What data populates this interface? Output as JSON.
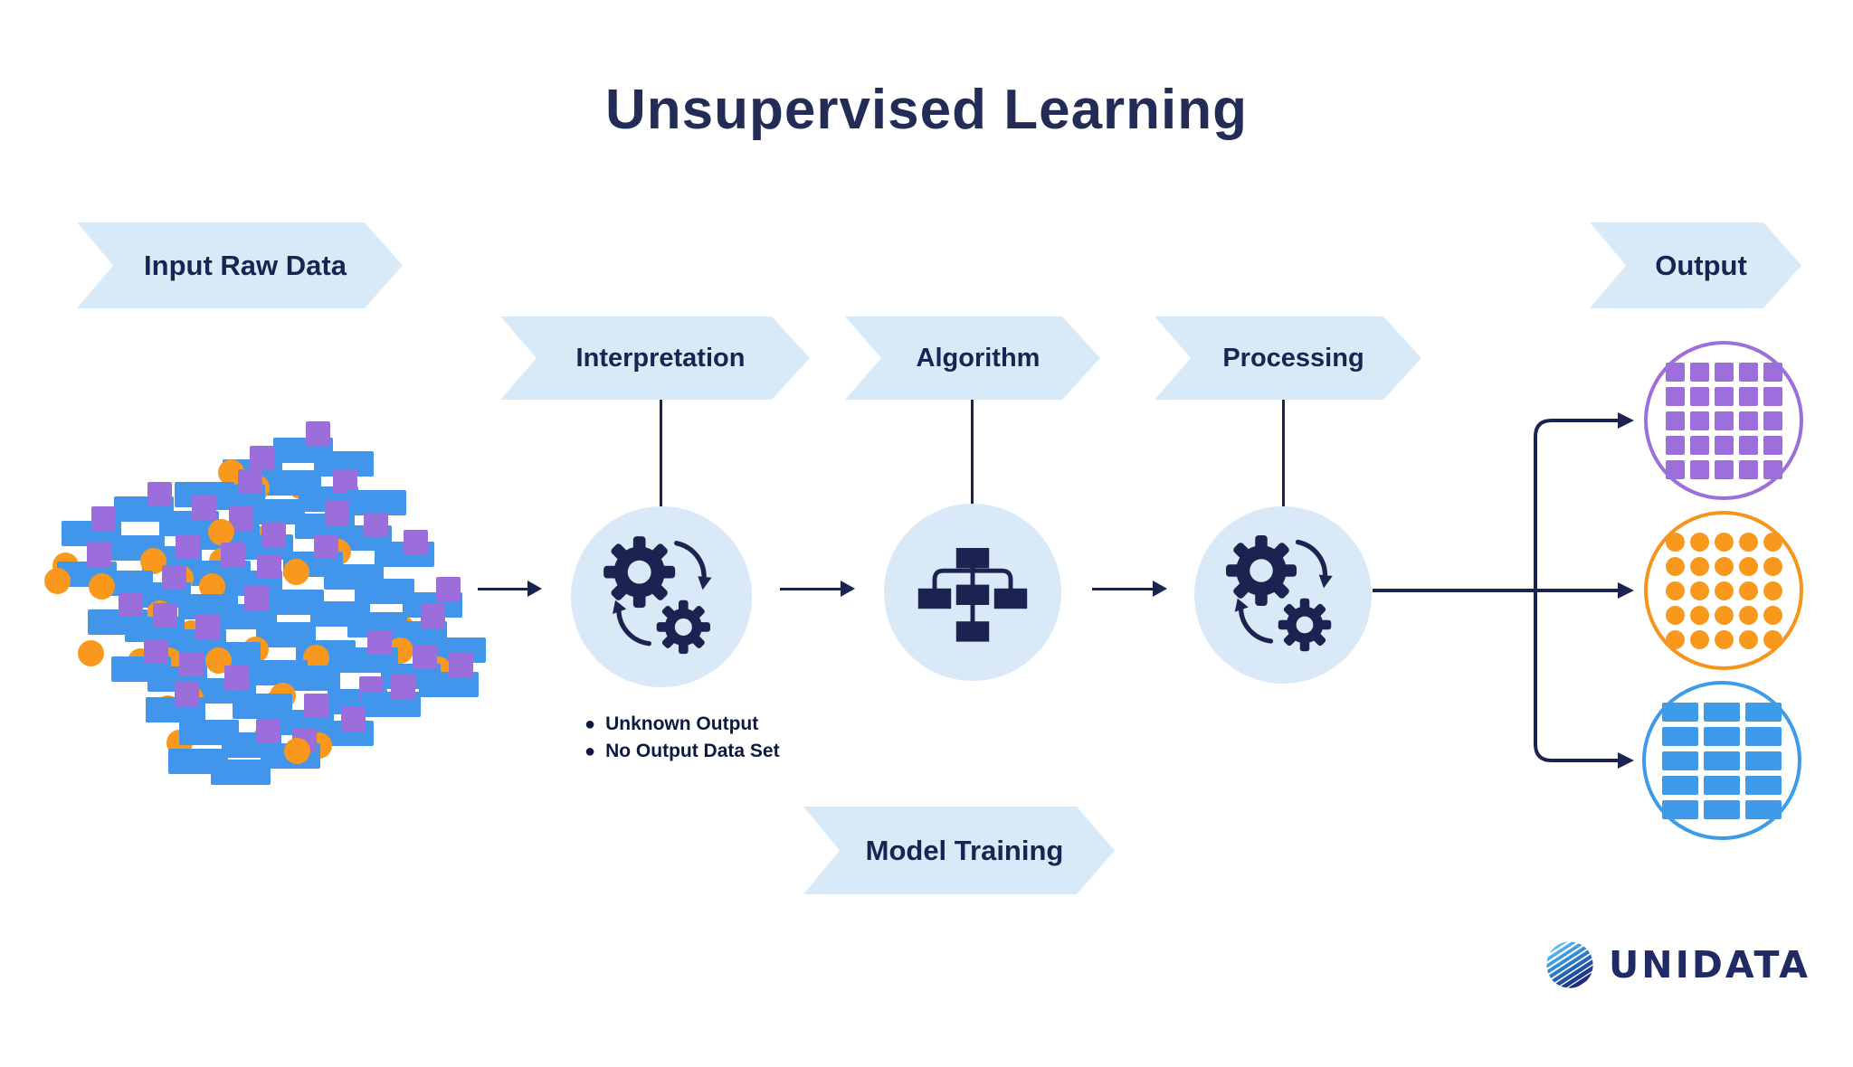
{
  "title": "Unsupervised Learning",
  "colors": {
    "title_navy": "#232C56",
    "navy": "#1A2353",
    "line_navy": "#1B2450",
    "notes_navy": "#0F1840",
    "brand_navy": "#202B66",
    "banner_bg": "#D8EAF8",
    "circle_bg": "#D9E9F7",
    "scatter_orange": "#F8981D",
    "scatter_blue": "#4195EB",
    "scatter_purple": "#9C6EDB"
  },
  "banners": {
    "input": {
      "label": "Input Raw Data"
    },
    "output": {
      "label": "Output"
    },
    "training": {
      "label": "Model Training"
    }
  },
  "stages": [
    {
      "label": "Interpretation",
      "icon": "gears-cycle-icon"
    },
    {
      "label": "Algorithm",
      "icon": "flowchart-icon"
    },
    {
      "label": "Processing",
      "icon": "gears-cycle-icon"
    }
  ],
  "interpretation_notes": [
    "Unknown Output",
    "No Output Data Set"
  ],
  "input_scatter": {
    "description": "unlabeled raw data cluster",
    "shapes": [
      {
        "type": "rect",
        "color": "#4195EB"
      },
      {
        "type": "square",
        "color": "#9C6EDB"
      },
      {
        "type": "circle",
        "color": "#F8981D"
      }
    ]
  },
  "outputs": [
    {
      "name": "cluster-purple-squares",
      "shape": "square",
      "color": "#9D6FDD",
      "outline": "#9B6FDC",
      "cols": 5,
      "rows": 5
    },
    {
      "name": "cluster-orange-dots",
      "shape": "circle",
      "color": "#F8981D",
      "outline": "#F7941E",
      "cols": 5,
      "rows": 5
    },
    {
      "name": "cluster-blue-rects",
      "shape": "rect",
      "color": "#3D9BE9",
      "outline": "#3D9BE9",
      "cols": 3,
      "rows": 5
    }
  ],
  "brand": {
    "name": "UNIDATA",
    "icon": "globe-icon"
  }
}
